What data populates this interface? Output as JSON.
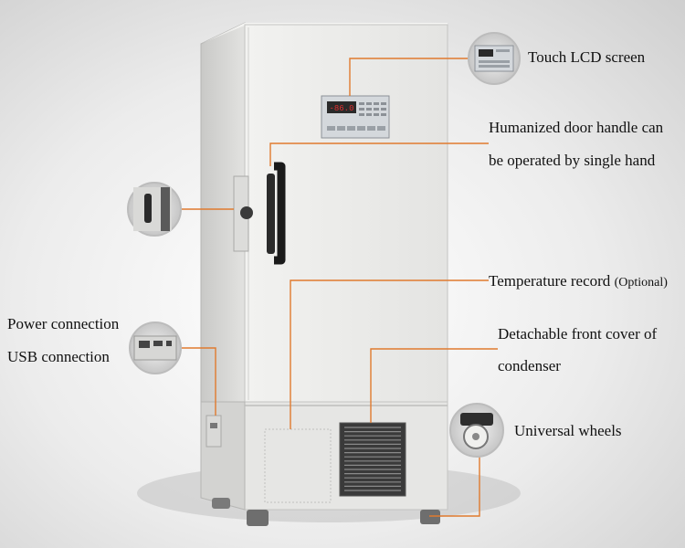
{
  "callouts": {
    "touch_lcd": "Touch LCD screen",
    "door_handle_line1": "Humanized door handle can",
    "door_handle_line2": "be operated by single hand",
    "temperature_record": "Temperature record",
    "temperature_record_note": "(Optional)",
    "front_cover_line1": "Detachable front cover of",
    "front_cover_line2": "condenser",
    "universal_wheels": "Universal wheels",
    "power_connection": "Power connection",
    "usb_connection": "USB connection"
  },
  "display": {
    "readout": "-86.0"
  },
  "colors": {
    "leader_line": "#e07a2e",
    "cabinet_body": "#e9e9e7",
    "cabinet_side": "#d6d6d4",
    "handle": "#1a1a1a",
    "display_red": "#e23030"
  }
}
